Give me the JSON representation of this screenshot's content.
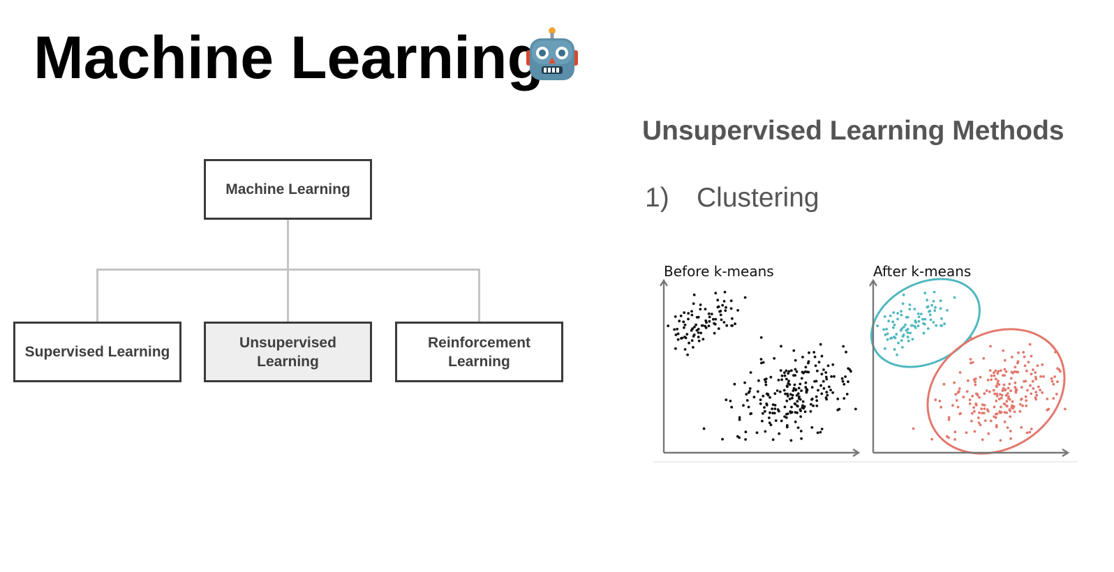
{
  "title": "Machine Learning",
  "title_icon": "robot-icon",
  "hierarchy": {
    "root": "Machine Learning",
    "children": [
      {
        "label": "Supervised Learning",
        "highlighted": false
      },
      {
        "label": "Unsupervised Learning",
        "highlighted": true
      },
      {
        "label": "Reinforcement Learning",
        "highlighted": false
      }
    ]
  },
  "methods": {
    "heading": "Unsupervised Learning Methods",
    "items": [
      {
        "number": "1)",
        "label": "Clustering"
      }
    ]
  },
  "figure": {
    "before_title": "Before k-means",
    "after_title": "After k-means",
    "colors": {
      "unclustered": "#111111",
      "cluster_1": "#4fb8bf",
      "cluster_2": "#e2786c",
      "axis": "#777777"
    }
  }
}
